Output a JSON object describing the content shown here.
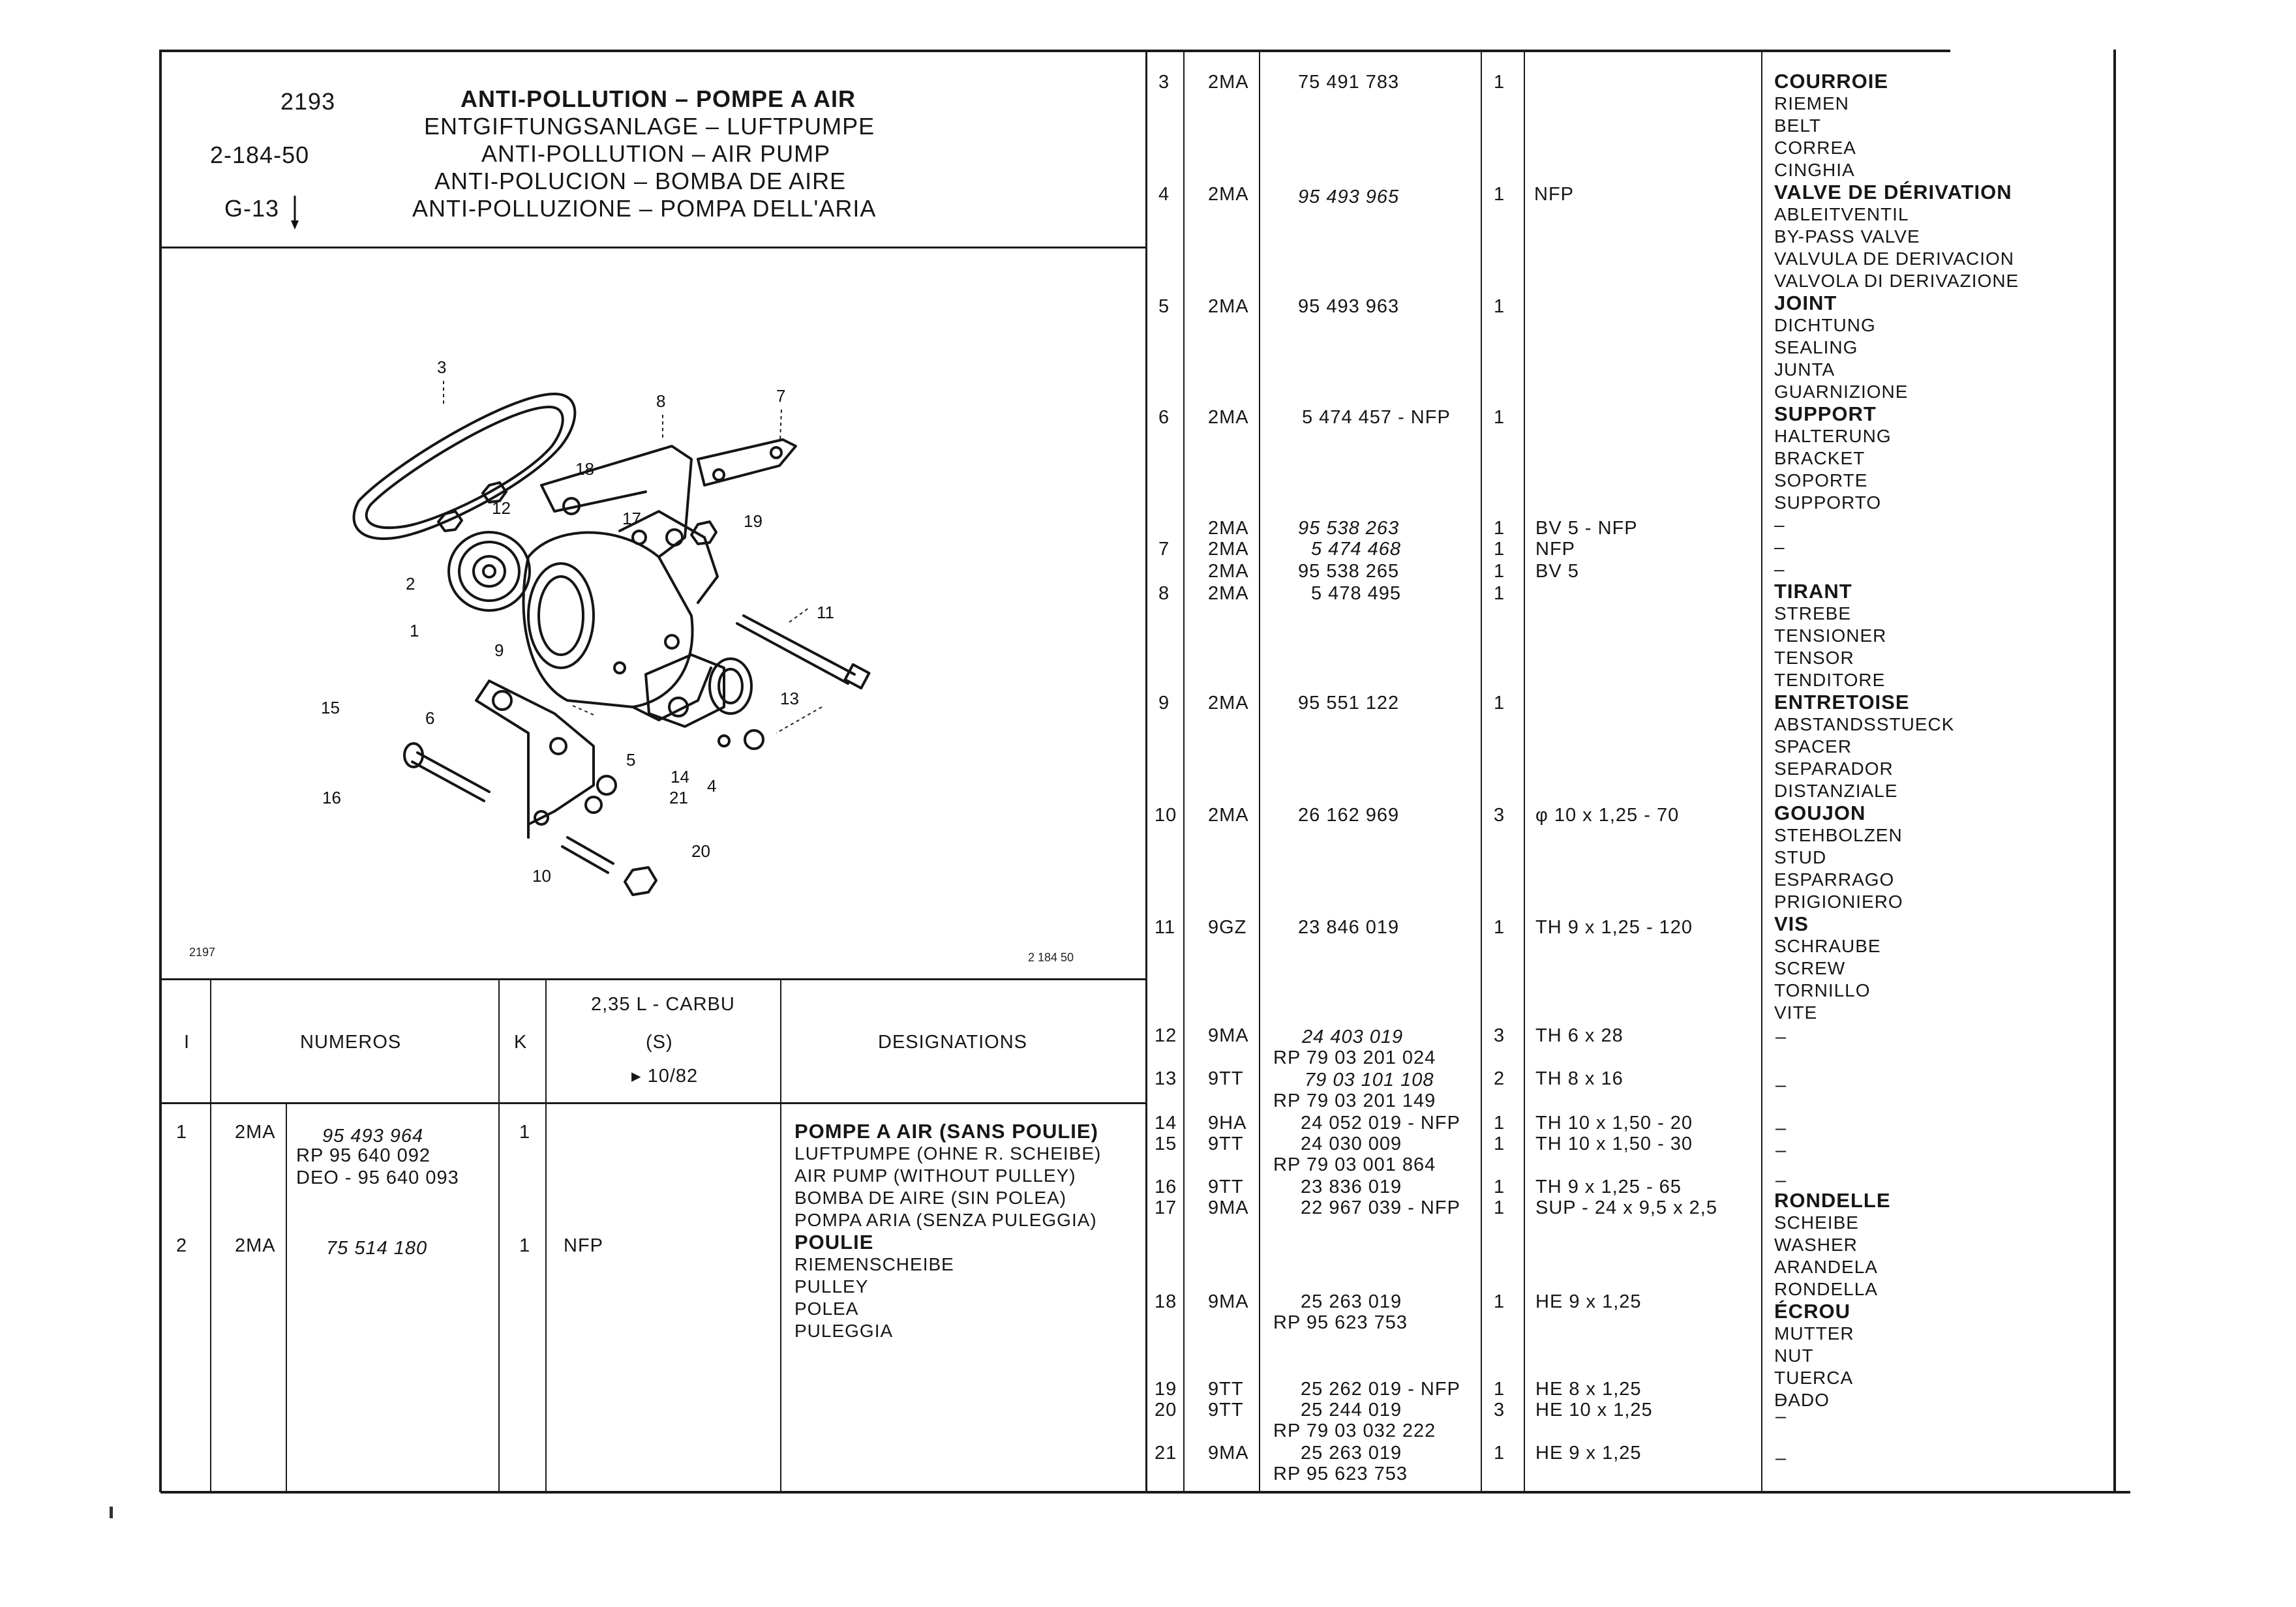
{
  "header": {
    "group": "2193",
    "ref": "2-184-50",
    "code": "G-13",
    "title_fr": "ANTI-POLLUTION – POMPE A AIR",
    "title_de": "ENTGIFTUNGSANLAGE – LUFTPUMPE",
    "title_en": "ANTI-POLLUTION – AIR PUMP",
    "title_es": "ANTI-POLUCION – BOMBA DE AIRE",
    "title_it": "ANTI-POLLUZIONE – POMPA DELL'ARIA"
  },
  "figure": {
    "number": "2197",
    "ref": "2 184 50",
    "callouts": [
      "1",
      "2",
      "3",
      "4",
      "5",
      "6",
      "7",
      "8",
      "9",
      "10",
      "11",
      "12",
      "13",
      "14",
      "15",
      "16",
      "17",
      "18",
      "19",
      "20",
      "21"
    ]
  },
  "columns": {
    "col1": "I",
    "numeros": "NUMEROS",
    "k": "K",
    "engine_line1": "2,35 L - CARBU",
    "engine_line2": "(S)",
    "engine_line3": "▸ 10/82",
    "designations": "DESIGNATIONS"
  },
  "parts_left": [
    {
      "item": "1",
      "group": "2MA",
      "numbers": [
        "95 493 964",
        "RP 95 640 092",
        "DEO - 95 640 093"
      ],
      "qty": "1",
      "note": "",
      "designations": [
        "POMPE A AIR (SANS POULIE)",
        "LUFTPUMPE (OHNE R. SCHEIBE)",
        "AIR PUMP (WITHOUT PULLEY)",
        "BOMBA DE AIRE (SIN POLEA)",
        "POMPA ARIA (SENZA PULEGGIA)"
      ]
    },
    {
      "item": "2",
      "group": "2MA",
      "numbers": [
        "75 514 180"
      ],
      "qty": "1",
      "note": "NFP",
      "designations": [
        "POULIE",
        "RIEMENSCHEIBE",
        "PULLEY",
        "POLEA",
        "PULEGGIA"
      ]
    }
  ],
  "parts_right": [
    {
      "item": "3",
      "group": "2MA",
      "numbers": [
        "75 491 783"
      ],
      "qty": "1",
      "note": ""
    },
    {
      "item": "4",
      "group": "2MA",
      "numbers": [
        "95 493 965"
      ],
      "qty": "1",
      "note": "NFP"
    },
    {
      "item": "5",
      "group": "2MA",
      "numbers": [
        "95 493 963"
      ],
      "qty": "1",
      "note": ""
    },
    {
      "item": "6",
      "group": "2MA",
      "numbers": [
        "5 474 457 - NFP"
      ],
      "qty": "1",
      "note": ""
    },
    {
      "item": "",
      "group": "2MA",
      "numbers": [
        "95 538 263"
      ],
      "qty": "1",
      "note": "BV 5 - NFP"
    },
    {
      "item": "7",
      "group": "2MA",
      "numbers": [
        "5 474 468"
      ],
      "qty": "1",
      "note": "NFP"
    },
    {
      "item": "",
      "group": "2MA",
      "numbers": [
        "95 538 265"
      ],
      "qty": "1",
      "note": "BV 5"
    },
    {
      "item": "8",
      "group": "2MA",
      "numbers": [
        "5 478 495"
      ],
      "qty": "1",
      "note": ""
    },
    {
      "item": "9",
      "group": "2MA",
      "numbers": [
        "95 551 122"
      ],
      "qty": "1",
      "note": ""
    },
    {
      "item": "10",
      "group": "2MA",
      "numbers": [
        "26 162 969"
      ],
      "qty": "3",
      "note": "φ 10 x 1,25 - 70"
    },
    {
      "item": "11",
      "group": "9GZ",
      "numbers": [
        "23 846 019"
      ],
      "qty": "1",
      "note": "TH 9 x 1,25 - 120"
    },
    {
      "item": "12",
      "group": "9MA",
      "numbers": [
        "24 403 019",
        "RP 79 03 201 024"
      ],
      "qty": "3",
      "note": "TH 6 x 28"
    },
    {
      "item": "13",
      "group": "9TT",
      "numbers": [
        "79 03 101 108",
        "RP 79 03 201 149"
      ],
      "qty": "2",
      "note": "TH 8 x 16"
    },
    {
      "item": "14",
      "group": "9HA",
      "numbers": [
        "24 052 019 - NFP"
      ],
      "qty": "1",
      "note": "TH 10 x 1,50 - 20"
    },
    {
      "item": "15",
      "group": "9TT",
      "numbers": [
        "24 030 009",
        "RP 79 03 001 864"
      ],
      "qty": "1",
      "note": "TH 10 x 1,50 - 30"
    },
    {
      "item": "16",
      "group": "9TT",
      "numbers": [
        "23 836 019"
      ],
      "qty": "1",
      "note": "TH 9 x 1,25 - 65"
    },
    {
      "item": "17",
      "group": "9MA",
      "numbers": [
        "22 967 039 - NFP"
      ],
      "qty": "1",
      "note": "SUP - 24 x 9,5 x 2,5"
    },
    {
      "item": "18",
      "group": "9MA",
      "numbers": [
        "25 263 019",
        "RP 95 623 753"
      ],
      "qty": "1",
      "note": "HE 9 x 1,25"
    },
    {
      "item": "19",
      "group": "9TT",
      "numbers": [
        "25 262 019 - NFP"
      ],
      "qty": "1",
      "note": "HE 8 x 1,25"
    },
    {
      "item": "20",
      "group": "9TT",
      "numbers": [
        "25 244 019",
        "RP 79 03 032 222"
      ],
      "qty": "3",
      "note": "HE 10 x 1,25"
    },
    {
      "item": "21",
      "group": "9MA",
      "numbers": [
        "25 263 019",
        "RP 95 623 753"
      ],
      "qty": "1",
      "note": "HE 9 x 1,25"
    }
  ],
  "designations_right": {
    "courroie": [
      "COURROIE",
      "RIEMEN",
      "BELT",
      "CORREA",
      "CINGHIA"
    ],
    "valve": [
      "VALVE DE DÉRIVATION",
      "ABLEITVENTIL",
      "BY-PASS VALVE",
      "VALVULA DE DERIVACION",
      "VALVOLA DI DERIVAZIONE"
    ],
    "joint": [
      "JOINT",
      "DICHTUNG",
      "SEALING",
      "JUNTA",
      "GUARNIZIONE"
    ],
    "support": [
      "SUPPORT",
      "HALTERUNG",
      "BRACKET",
      "SOPORTE",
      "SUPPORTO",
      "–",
      "–",
      "–"
    ],
    "tirant": [
      "TIRANT",
      "STREBE",
      "TENSIONER",
      "TENSOR",
      "TENDITORE"
    ],
    "entretoise": [
      "ENTRETOISE",
      "ABSTANDSSTUECK",
      "SPACER",
      "SEPARADOR",
      "DISTANZIALE"
    ],
    "goujon": [
      "GOUJON",
      "STEHBOLZEN",
      "STUD",
      "ESPARRAGO",
      "PRIGIONIERO"
    ],
    "vis": [
      "VIS",
      "SCHRAUBE",
      "SCREW",
      "TORNILLO",
      "VITE"
    ],
    "dash_12": "–",
    "dash_13": "–",
    "dash_14": "–",
    "dash_15": "–",
    "dash_16": "–",
    "rondelle": [
      "RONDELLE",
      "SCHEIBE",
      "WASHER",
      "ARANDELA",
      "RONDELLA"
    ],
    "ecrou": [
      "ÉCROU",
      "MUTTER",
      "NUT",
      "TUERCA",
      "DADO"
    ],
    "dash_19": "–",
    "dash_20": "–",
    "dash_21": "–"
  }
}
